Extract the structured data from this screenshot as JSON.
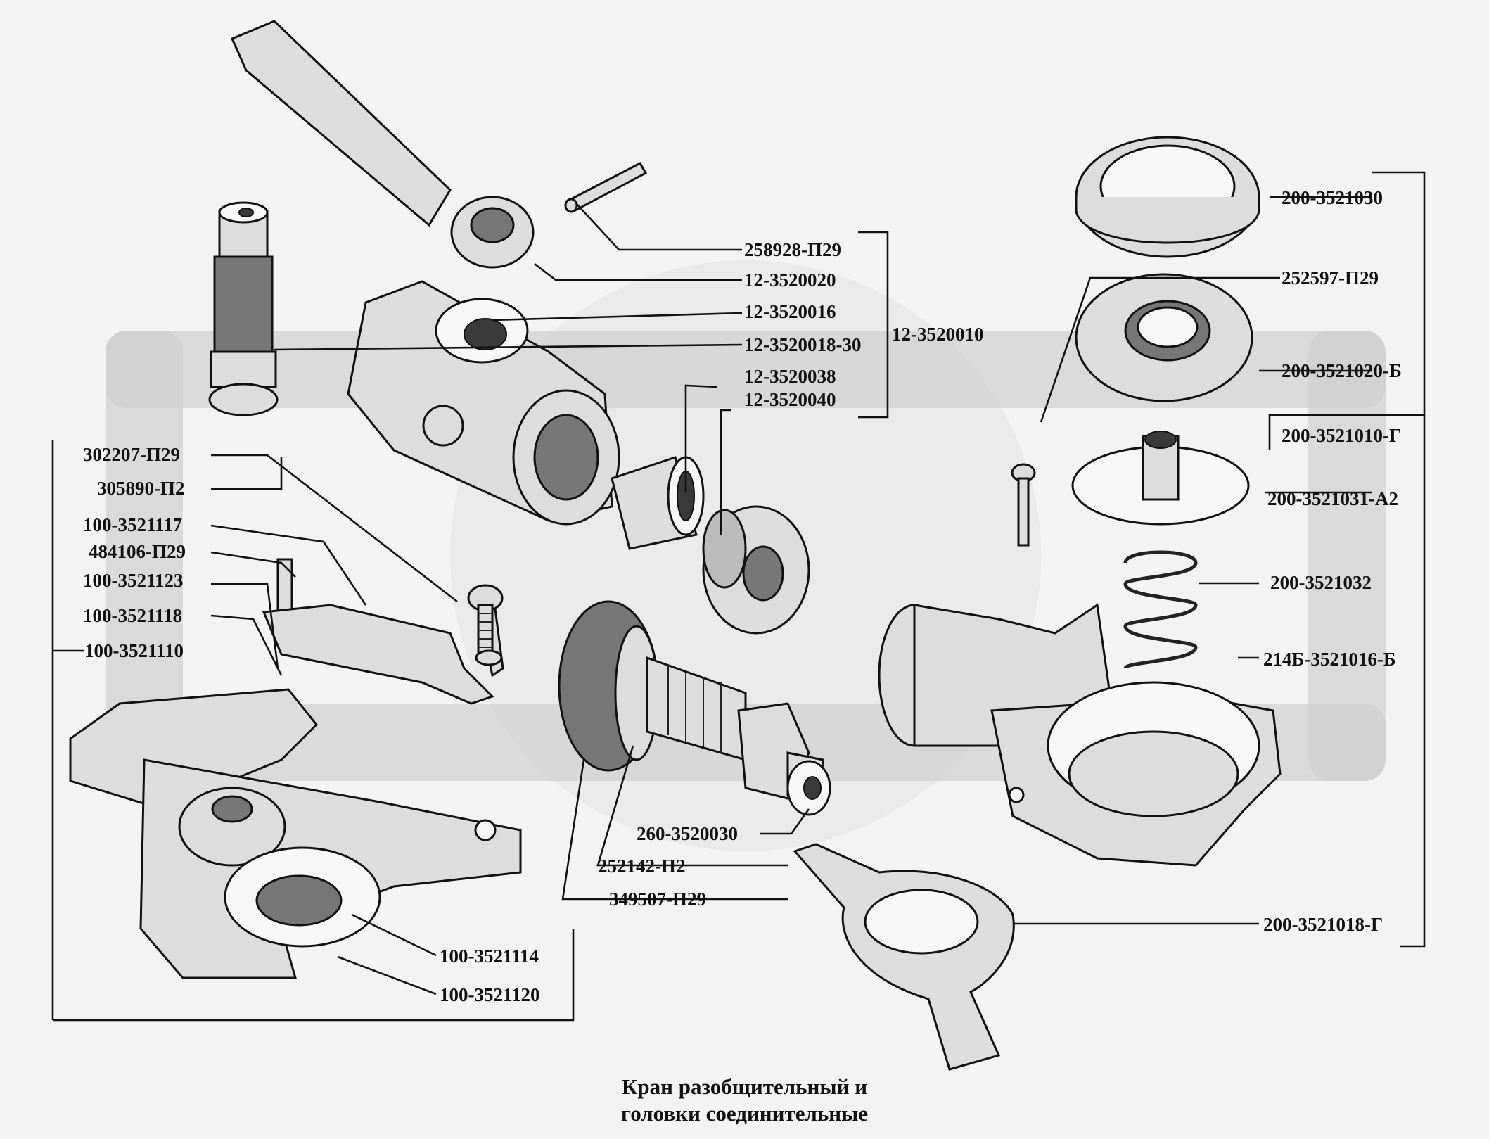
{
  "caption": {
    "line1": "Кран разобщительный  и",
    "line2": "головки  соединительные"
  },
  "labels": {
    "p258928": "258928-П29",
    "p12_3520020": "12-3520020",
    "p12_3520016": "12-3520016",
    "p12_3520018": "12-3520018-30",
    "p12_3520010": "12-3520010",
    "p12_3520038": "12-3520038",
    "p12_3520040": "12-3520040",
    "p302207": "302207-П29",
    "p305890": "305890-П2",
    "p100_3521117": "100-3521117",
    "p484106": "484106-П29",
    "p100_3521123": "100-3521123",
    "p100_3521118": "100-3521118",
    "p100_3521110": "100-3521110",
    "p260_3520030": "260-3520030",
    "p252142": "252142-П2",
    "p349507": "349507-П29",
    "p100_3521114": "100-3521114",
    "p100_3521120": "100-3521120",
    "p200_3521030": "200-3521030",
    "p252597": "252597-П29",
    "p200_3521020": "200-3521020-Б",
    "p200_3521010": "200-3521010-Г",
    "p200_3521031": "200-3521031-А2",
    "p200_3521032": "200-3521032",
    "p214_3521016": "214Б-3521016-Б",
    "p200_3521018": "200-3521018-Г"
  }
}
